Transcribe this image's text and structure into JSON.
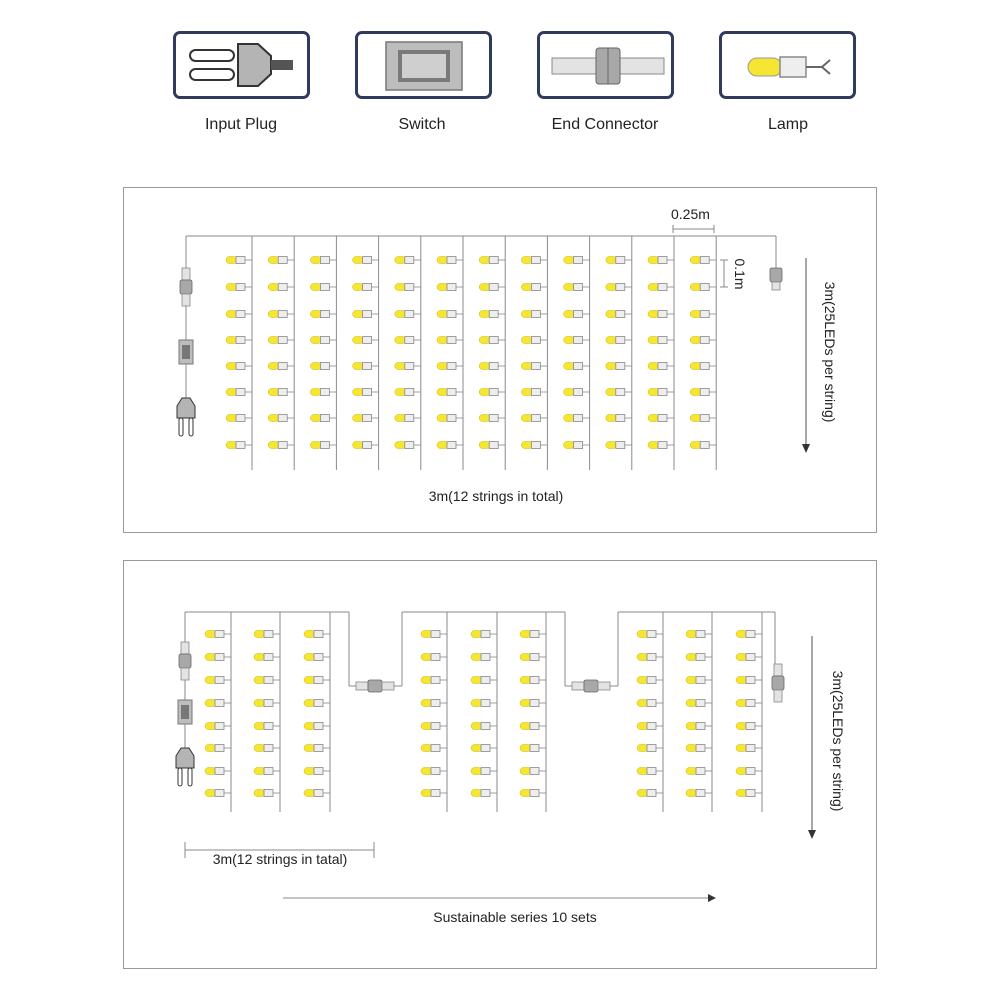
{
  "legend": {
    "items": [
      {
        "label": "Input Plug",
        "icon": "plug-icon"
      },
      {
        "label": "Switch",
        "icon": "switch-icon"
      },
      {
        "label": "End Connector",
        "icon": "connector-icon"
      },
      {
        "label": "Lamp",
        "icon": "lamp-icon"
      }
    ]
  },
  "diagram1": {
    "spacing_h": "0.25m",
    "spacing_v": "0.1m",
    "height_label": "3m(25LEDs per string)",
    "width_label": "3m(12 strings in total)"
  },
  "diagram2": {
    "height_label": "3m(25LEDs per string)",
    "width_label": "3m(12 strings in tatal)",
    "series_label": "Sustainable series 10 sets"
  },
  "colors": {
    "lamp": "#f5e633",
    "wire": "#8a8a8a",
    "frame": "#2f3a5c"
  }
}
